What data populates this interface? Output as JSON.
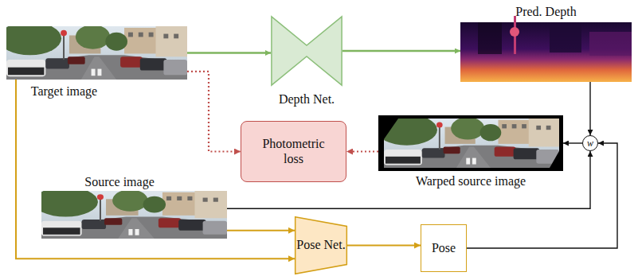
{
  "diagram": {
    "nodes": [
      {
        "text": [
          "Target image"
        ]
      },
      {
        "text": [
          "Depth Net."
        ]
      },
      {
        "text": [
          "Pred. Depth"
        ]
      },
      {
        "text": [
          "Photometric loss"
        ]
      },
      {
        "text": [
          "Warped source image"
        ]
      },
      {
        "text": [
          "w"
        ]
      },
      {
        "text": [
          "Source image"
        ]
      },
      {
        "text": [
          "Pose Net."
        ]
      },
      {
        "text": [
          "Pose"
        ]
      }
    ],
    "edges": [
      {
        "from": 0,
        "to": 1,
        "arrow": "to"
      },
      {
        "from": 1,
        "to": 2,
        "arrow": "to"
      },
      {
        "from": 0,
        "to": 3,
        "arrow": "to"
      },
      {
        "from": 4,
        "to": 3,
        "arrow": "to"
      },
      {
        "from": 2,
        "to": 5,
        "arrow": "to"
      },
      {
        "from": 6,
        "to": 5,
        "arrow": "to"
      },
      {
        "from": 8,
        "to": 5,
        "arrow": "to"
      },
      {
        "from": 5,
        "to": 4,
        "arrow": "to"
      },
      {
        "from": 6,
        "to": 7,
        "arrow": "to"
      },
      {
        "from": 0,
        "to": 7,
        "arrow": "to"
      },
      {
        "from": 7,
        "to": 8,
        "arrow": "to"
      }
    ]
  }
}
